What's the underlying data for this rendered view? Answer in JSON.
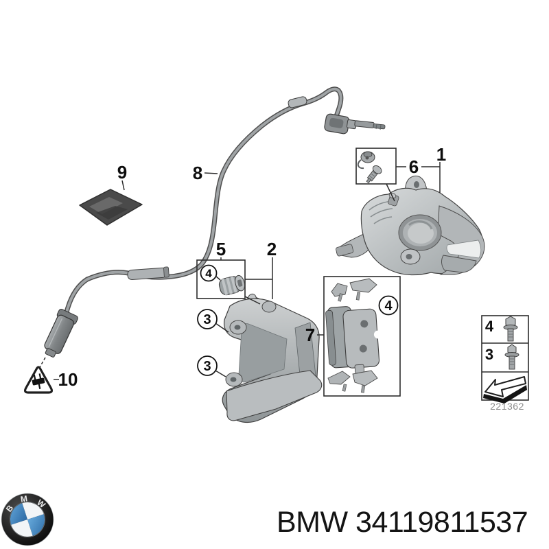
{
  "diagram": {
    "drawing_number": "221362",
    "callouts": {
      "c1": "1",
      "c2": "2",
      "c3": "3",
      "c4": "4",
      "c5": "5",
      "c6": "6",
      "c7": "7",
      "c8": "8",
      "c9": "9",
      "c10": "10"
    },
    "legend": {
      "row1": "4",
      "row2": "3"
    }
  },
  "footer": {
    "logo_letters": {
      "b": "B",
      "m": "M",
      "w": "W"
    },
    "title": "BMW 34119811537"
  },
  "colors": {
    "background": "#ffffff",
    "outline": "#2b2b2b",
    "part_light": "#c9cccd",
    "part_mid": "#aab0b2",
    "part_dark": "#8a9092",
    "packet_dark": "#4a4a4a",
    "bmw_blue": "#3f8dc5",
    "drawing_number_gray": "#8c8c8c",
    "title_text": "#141414"
  }
}
